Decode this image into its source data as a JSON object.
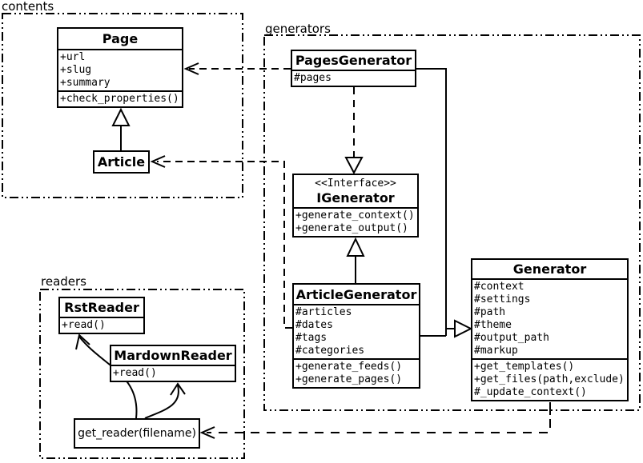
{
  "packages": {
    "contents": {
      "label": "contents"
    },
    "generators": {
      "label": "generators"
    },
    "readers": {
      "label": "readers"
    }
  },
  "classes": {
    "page": {
      "name": "Page",
      "attributes": [
        "+url",
        "+slug",
        "+summary"
      ],
      "methods": [
        "+check_properties()"
      ]
    },
    "article": {
      "name": "Article"
    },
    "pages_generator": {
      "name": "PagesGenerator",
      "attributes": [
        "#pages"
      ]
    },
    "igenerator": {
      "stereotype": "<<Interface>>",
      "name": "IGenerator",
      "methods": [
        "+generate_context()",
        "+generate_output()"
      ]
    },
    "article_generator": {
      "name": "ArticleGenerator",
      "attributes": [
        "#articles",
        "#dates",
        "#tags",
        "#categories"
      ],
      "methods": [
        "+generate_feeds()",
        "+generate_pages()"
      ]
    },
    "generator": {
      "name": "Generator",
      "attributes": [
        "#context",
        "#settings",
        "#path",
        "#theme",
        "#output_path",
        "#markup"
      ],
      "methods": [
        "+get_templates()",
        "+get_files(path,exclude)",
        "#_update_context()"
      ]
    },
    "rst_reader": {
      "name": "RstReader",
      "methods": [
        "+read()"
      ]
    },
    "mardown_reader": {
      "name": "MardownReader",
      "methods": [
        "+read()"
      ]
    },
    "get_reader": {
      "label": "get_reader(filename)"
    }
  },
  "relationships": [
    {
      "from": "Article",
      "to": "Page",
      "type": "generalization"
    },
    {
      "from": "PagesGenerator",
      "to": "Page",
      "type": "dependency"
    },
    {
      "from": "ArticleGenerator",
      "to": "Article",
      "type": "dependency"
    },
    {
      "from": "PagesGenerator",
      "to": "IGenerator",
      "type": "realization"
    },
    {
      "from": "ArticleGenerator",
      "to": "IGenerator",
      "type": "generalization"
    },
    {
      "from": "PagesGenerator",
      "to": "Generator",
      "type": "generalization"
    },
    {
      "from": "ArticleGenerator",
      "to": "Generator",
      "type": "generalization"
    },
    {
      "from": "Generator",
      "to": "get_reader(filename)",
      "type": "dependency"
    },
    {
      "from": "get_reader(filename)",
      "to": "RstReader",
      "type": "association"
    },
    {
      "from": "get_reader(filename)",
      "to": "MardownReader",
      "type": "association"
    }
  ],
  "colors": {
    "line": "#000000",
    "background": "#ffffff"
  }
}
